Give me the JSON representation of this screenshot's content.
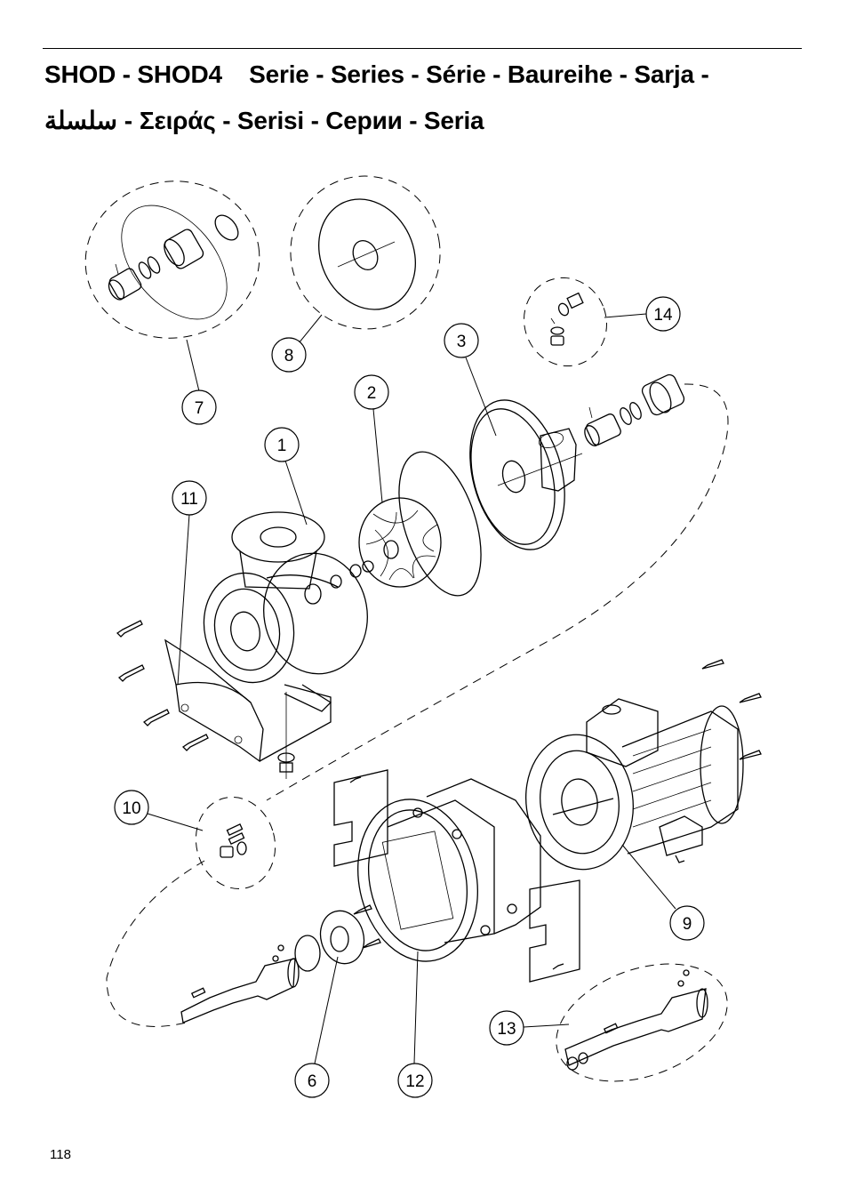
{
  "header": {
    "title_line1": "SHOD - SHOD4    Serie - Series - Série - Baureihe - Sarja -",
    "title_arabic": "سلسلة",
    "title_line2_rest": " - Σειράς - Serisi - Серии - Seria"
  },
  "callouts": [
    {
      "id": "7",
      "label": "7"
    },
    {
      "id": "8",
      "label": "8"
    },
    {
      "id": "14",
      "label": "14"
    },
    {
      "id": "3",
      "label": "3"
    },
    {
      "id": "2",
      "label": "2"
    },
    {
      "id": "1",
      "label": "1"
    },
    {
      "id": "11",
      "label": "11"
    },
    {
      "id": "10",
      "label": "10"
    },
    {
      "id": "9",
      "label": "9"
    },
    {
      "id": "13",
      "label": "13"
    },
    {
      "id": "6",
      "label": "6"
    },
    {
      "id": "12",
      "label": "12"
    }
  ],
  "footer": {
    "page_number": "118"
  }
}
